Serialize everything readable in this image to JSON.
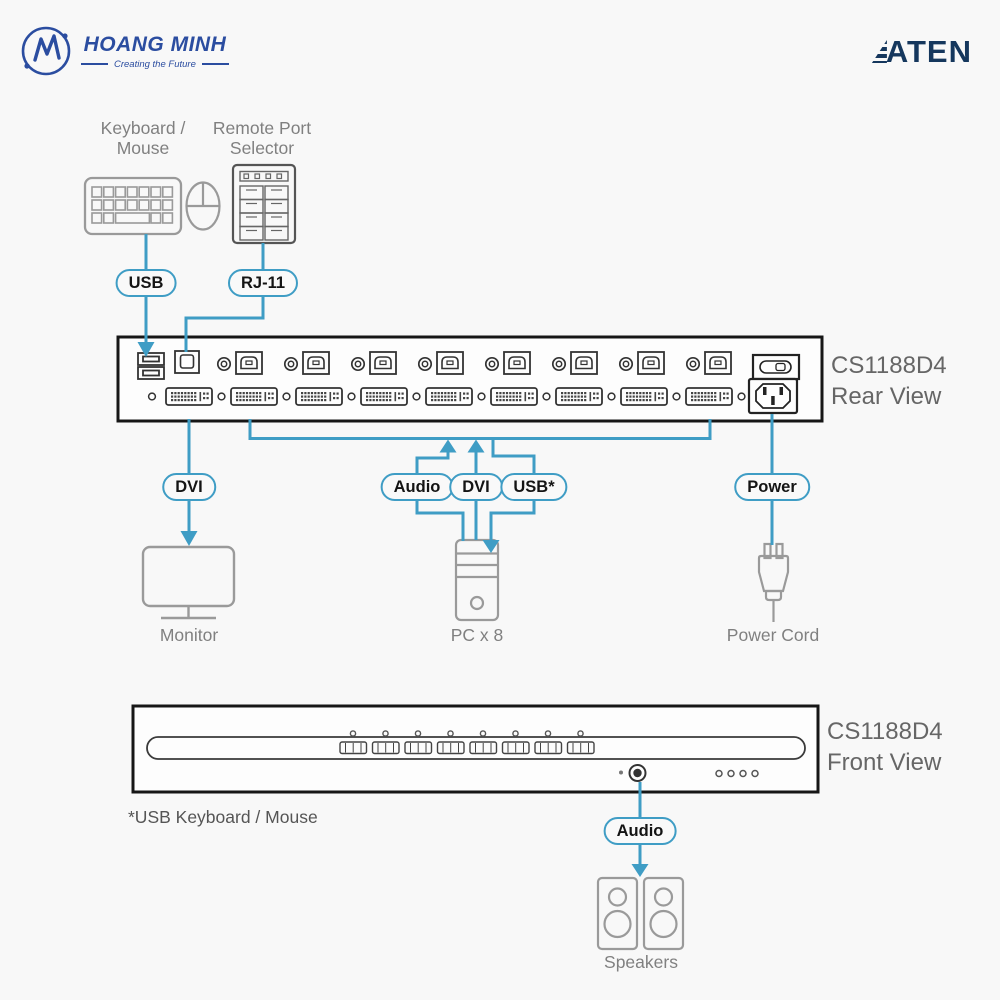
{
  "header": {
    "brand_name": "HOANG MINH",
    "brand_tagline": "Creating the Future",
    "aten": "ATEN"
  },
  "pills": {
    "usb": "USB",
    "rj11": "RJ-11",
    "dvi_console": "DVI",
    "audio_pc": "Audio",
    "dvi_pc": "DVI",
    "usb_pc": "USB*",
    "power": "Power",
    "audio_front": "Audio"
  },
  "labels": {
    "keyboard_mouse": {
      "line1": "Keyboard /",
      "line2": "Mouse"
    },
    "remote_port": {
      "line1": "Remote Port",
      "line2": "Selector"
    },
    "monitor": "Monitor",
    "pc": "PC x 8",
    "power_cord": "Power Cord",
    "speakers": "Speakers",
    "footnote": "*USB Keyboard / Mouse"
  },
  "units": {
    "rear": {
      "model": "CS1188D4",
      "view": "Rear View"
    },
    "front": {
      "model": "CS1188D4",
      "view": "Front View"
    }
  },
  "colors": {
    "line_blue": "#3f9dc5",
    "hoang_minh_blue": "#2b4da0",
    "aten_navy": "#15375d"
  }
}
